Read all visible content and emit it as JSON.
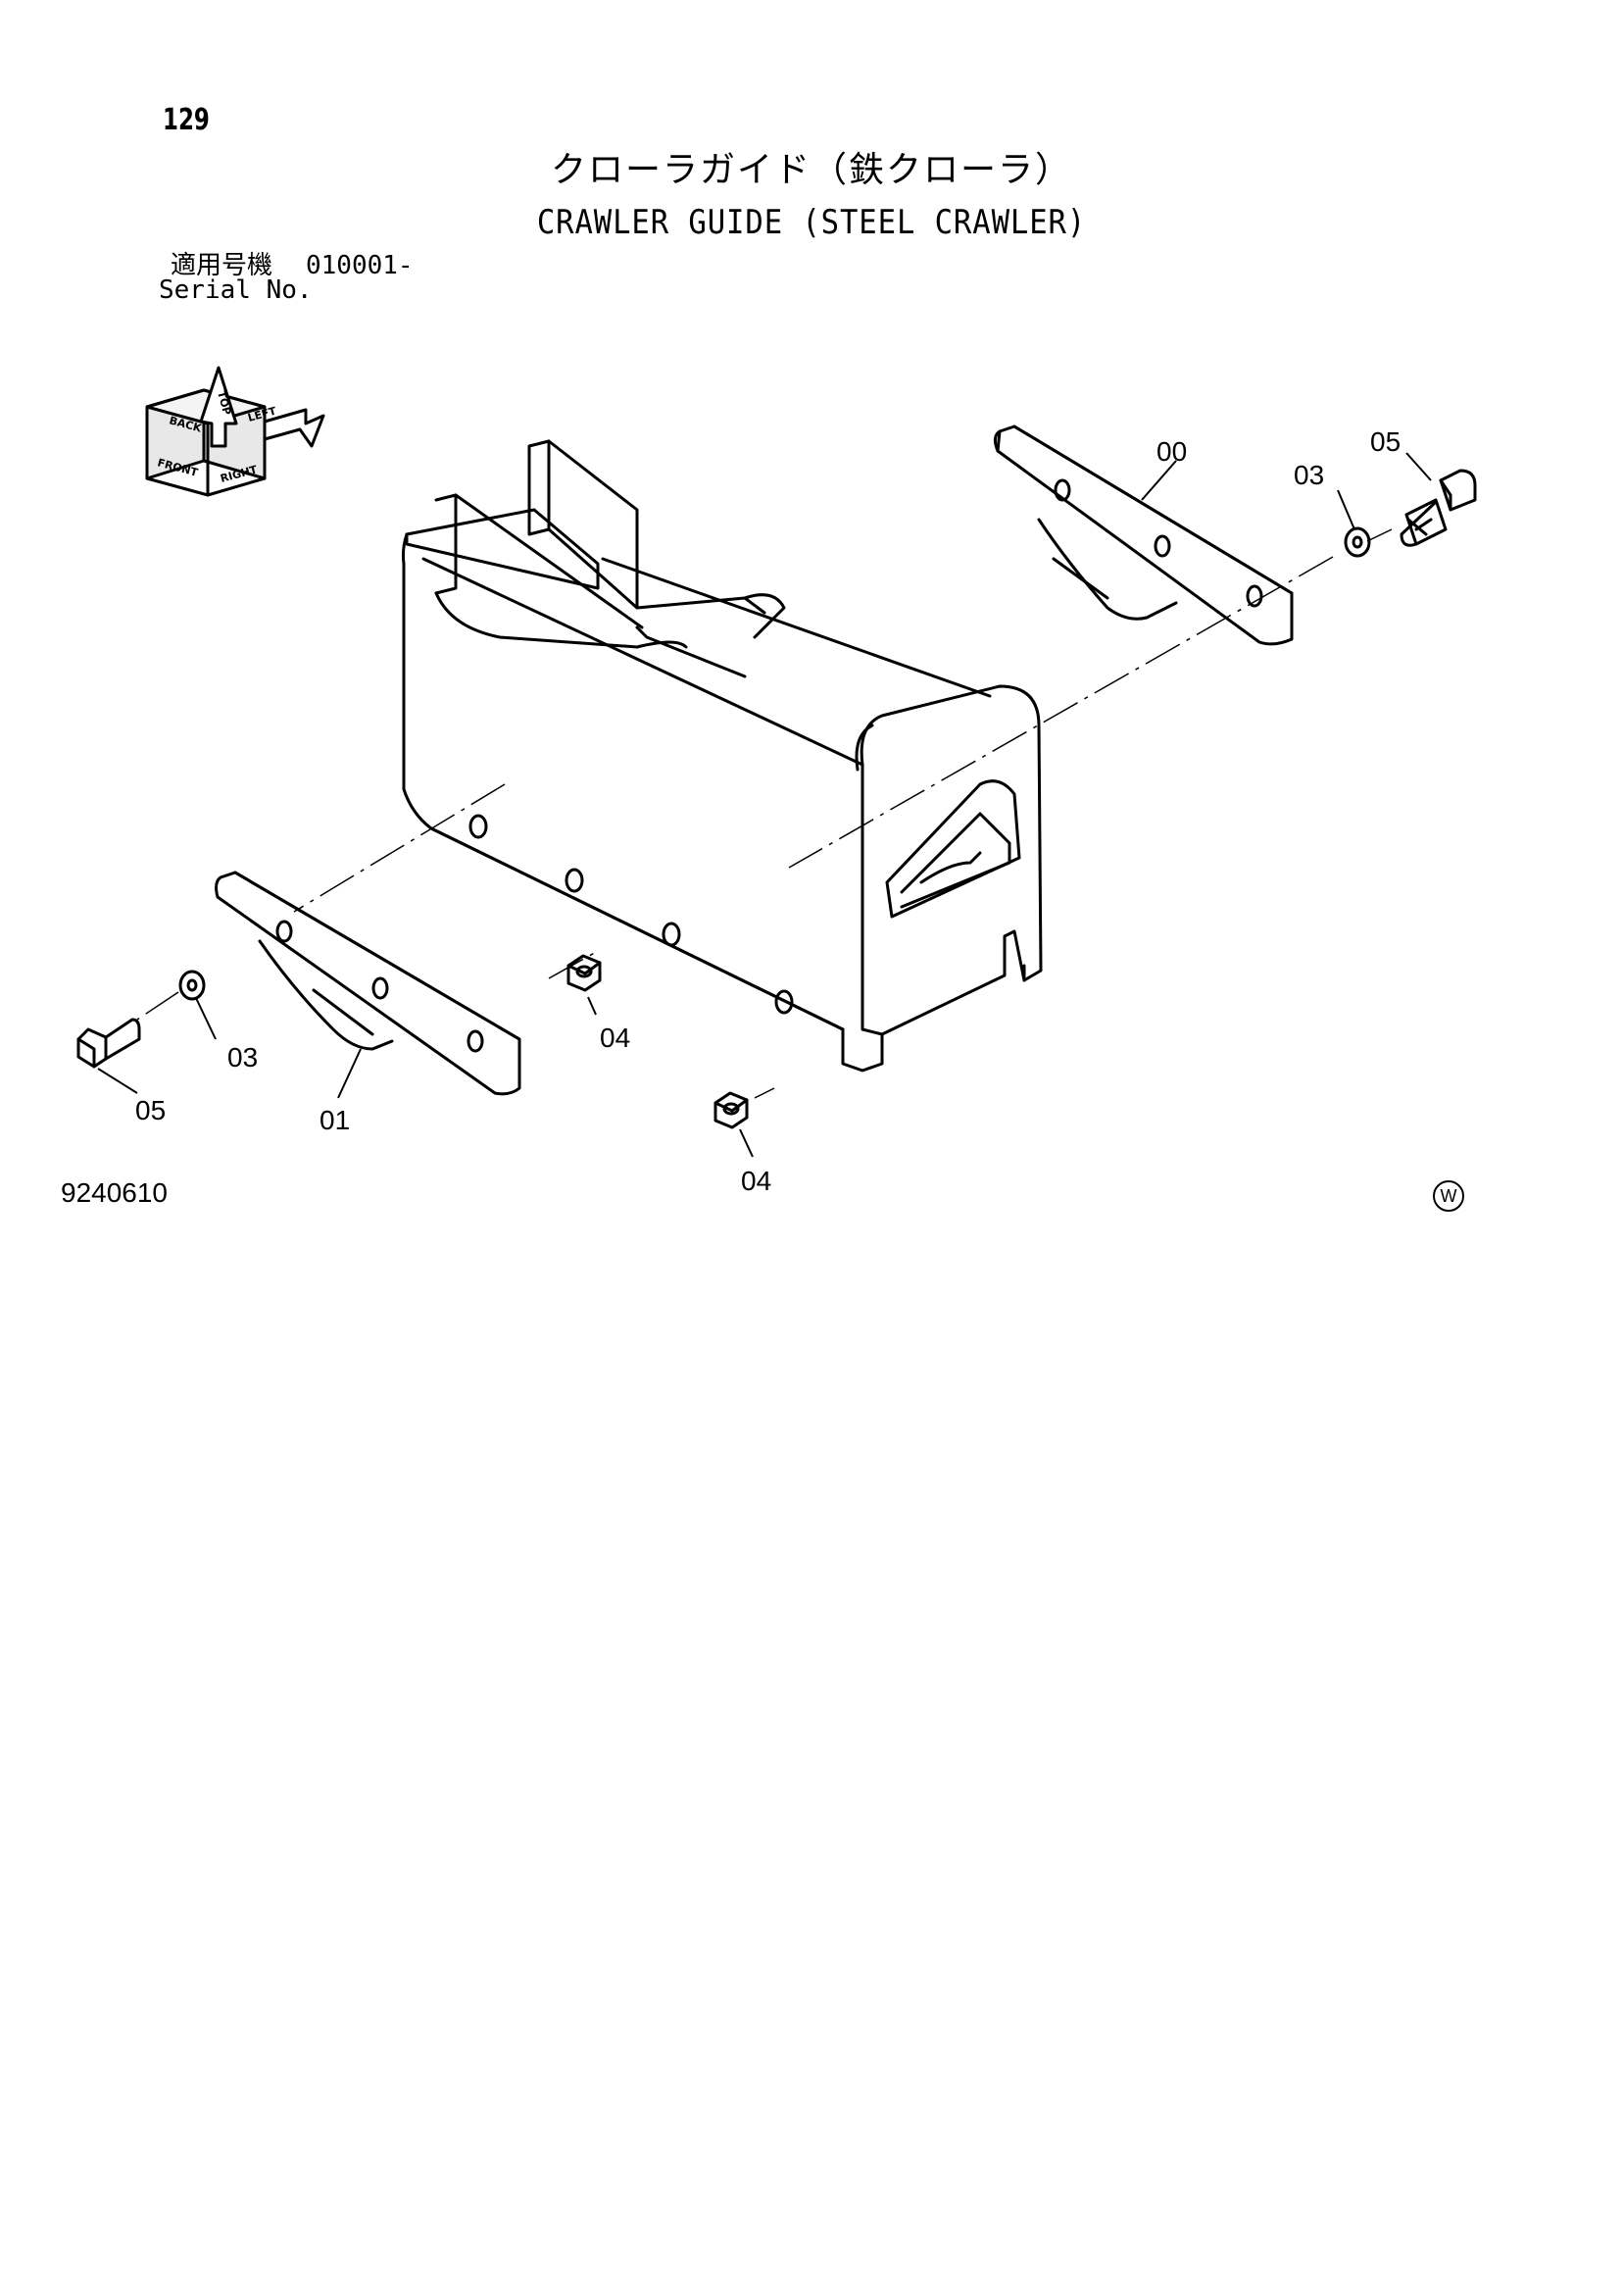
{
  "header": {
    "page_number": "129",
    "title_jp": "クローラガイド（鉄クローラ）",
    "title_en": "CRAWLER GUIDE (STEEL CRAWLER)",
    "serial_label_jp": "適用号機",
    "serial_value": "010001-",
    "serial_label_en": "Serial No."
  },
  "direction_icon": {
    "labels": [
      "FRONT",
      "RIGHT",
      "TOP",
      "BACK",
      "LEFT"
    ]
  },
  "callouts": {
    "c00": "00",
    "c01": "01",
    "c03_right": "03",
    "c03_left": "03",
    "c04_center": "04",
    "c04_bottom": "04",
    "c05_right": "05",
    "c05_left": "05"
  },
  "footer": {
    "drawing_number": "9240610",
    "mark": "W"
  }
}
